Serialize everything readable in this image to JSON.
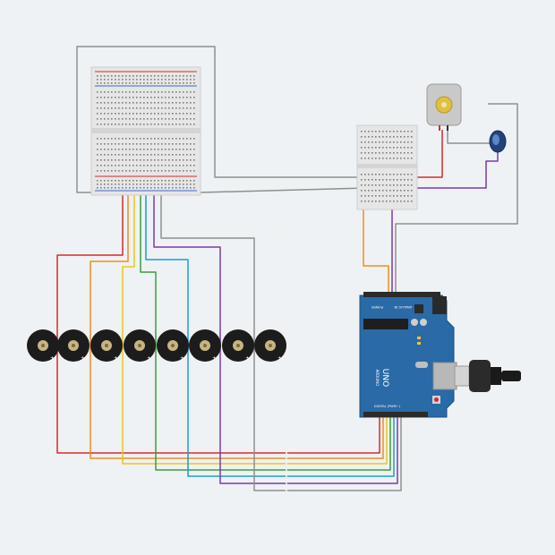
{
  "canvas": {
    "background": "#eef2f4"
  },
  "colors": {
    "wire_red": "#d62b2b",
    "wire_orange": "#f28c1e",
    "wire_yellow": "#e8c81a",
    "wire_green": "#3aa03a",
    "wire_cyan": "#1f9ad6",
    "wire_purple": "#7b3aa8",
    "wire_gray": "#8f8f8f",
    "wire_white": "#f8f8f8",
    "arduino_board": "#2a6aa6",
    "breadboard": "#e5e5e5"
  },
  "arduino": {
    "brand": "ARDUINO",
    "model": "UNO",
    "power_label": "POWER",
    "analog_label": "ANALOG IN",
    "digital_label": "DIGITAL (PWM~)"
  },
  "buzzers": [
    {
      "icon": "piezo-buzzer-icon",
      "plus": "+"
    },
    {
      "icon": "piezo-buzzer-icon",
      "plus": "+"
    },
    {
      "icon": "piezo-buzzer-icon",
      "plus": "+"
    },
    {
      "icon": "piezo-buzzer-icon",
      "plus": "+"
    },
    {
      "icon": "piezo-buzzer-icon",
      "plus": "+"
    },
    {
      "icon": "piezo-buzzer-icon",
      "plus": "+"
    },
    {
      "icon": "piezo-buzzer-icon",
      "plus": "+"
    },
    {
      "icon": "piezo-buzzer-icon",
      "plus": "+"
    }
  ],
  "components": {
    "motor_icon": "dc-motor-icon",
    "knob_icon": "potentiometer-icon",
    "usb_icon": "usb-cable-icon"
  }
}
